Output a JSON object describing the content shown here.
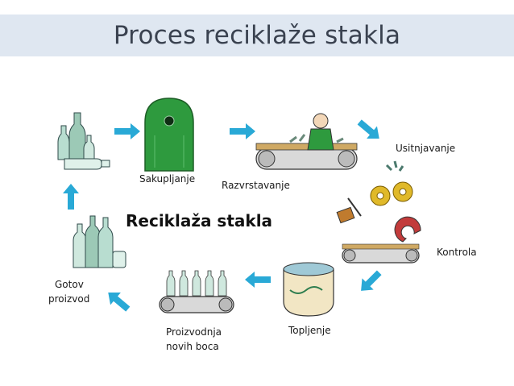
{
  "slide": {
    "title": "Proces reciklaže stakla",
    "center_title": "Reciklaža stakla"
  },
  "stages": {
    "collection": "Sakupljanje",
    "sorting": "Razvrstavanje",
    "crushing": "Usitnjavanje",
    "inspection": "Kontrola",
    "melting": "Topljenje",
    "production_line1": "Proizvodnja",
    "production_line2": "novih boca",
    "finished_line1": "Gotov",
    "finished_line2": "proizvod"
  },
  "colors": {
    "title_bar": "#dfe7f1",
    "arrow": "#29a9d6",
    "bin": "#2e9a3e",
    "glass": "#7fb7a0",
    "gear": "#e0b92a"
  }
}
